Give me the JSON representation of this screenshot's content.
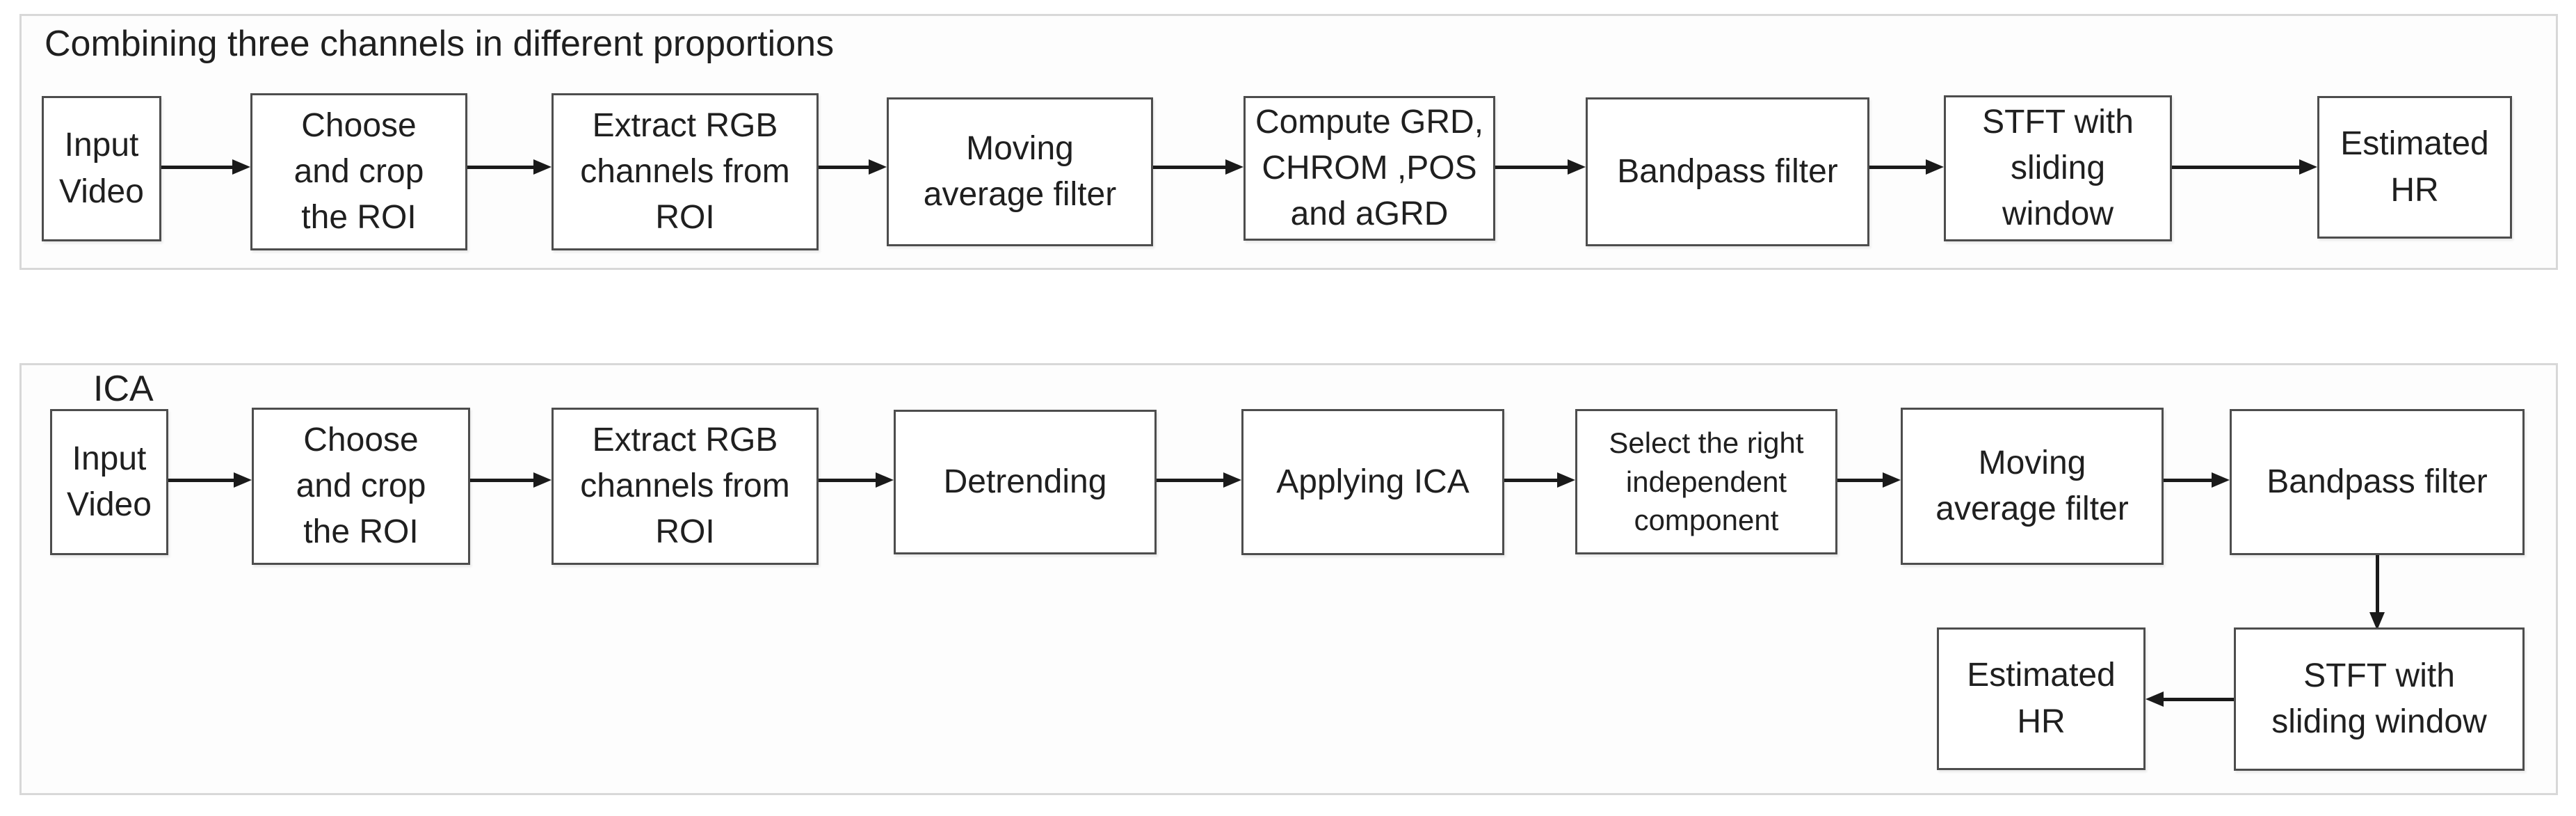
{
  "colors": {
    "page_background": "#ffffff",
    "panel_border": "#d8d8d8",
    "box_border": "#4d4d4d",
    "box_fill": "#ffffff",
    "arrow": "#1a1a1a",
    "text": "#1f1f1f"
  },
  "flow1": {
    "title": "Combining three channels in different proportions",
    "steps": [
      {
        "label": "Input\nVideo"
      },
      {
        "label": "Choose\nand crop\nthe ROI"
      },
      {
        "label": "Extract RGB\nchannels from\nROI"
      },
      {
        "label": "Moving\naverage filter"
      },
      {
        "label": "Compute GRD,\nCHROM ,POS\nand aGRD"
      },
      {
        "label": "Bandpass filter"
      },
      {
        "label": "STFT with\nsliding\nwindow"
      },
      {
        "label": "Estimated\nHR"
      }
    ]
  },
  "flow2": {
    "title": "ICA",
    "steps": [
      {
        "label": "Input\nVideo"
      },
      {
        "label": "Choose\nand crop\nthe ROI"
      },
      {
        "label": "Extract RGB\nchannels from\nROI"
      },
      {
        "label": "Detrending"
      },
      {
        "label": "Applying ICA"
      },
      {
        "label": "Select the right\nindependent\ncomponent"
      },
      {
        "label": "Moving\naverage filter"
      },
      {
        "label": "Bandpass filter"
      },
      {
        "label": "Estimated\nHR"
      },
      {
        "label": "STFT with\nsliding window"
      }
    ]
  }
}
